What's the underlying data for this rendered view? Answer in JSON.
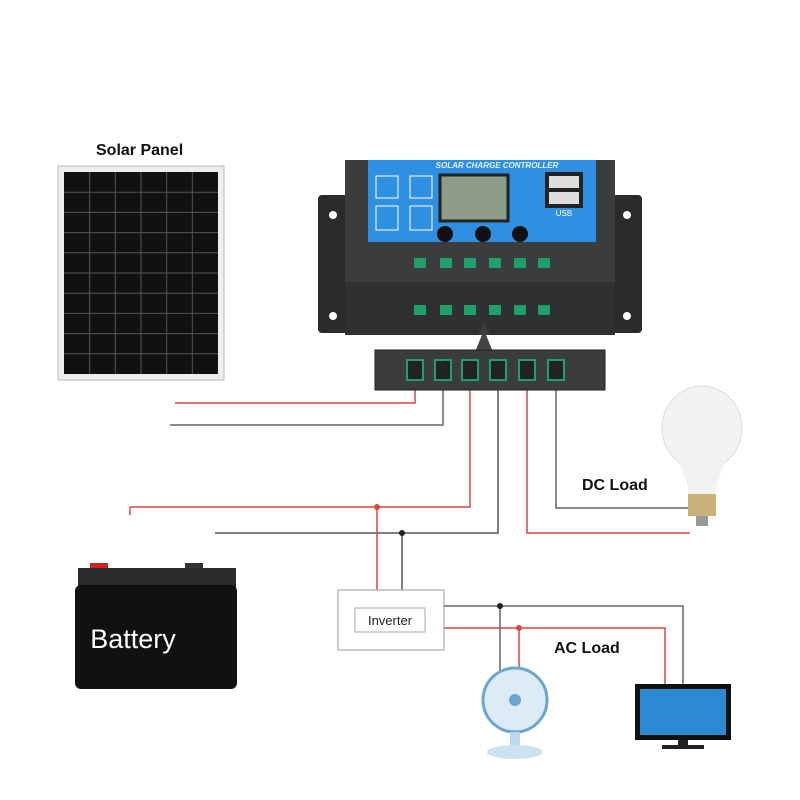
{
  "labels": {
    "solar_panel": "Solar Panel",
    "controller_title": "SOLAR CHARGE CONTROLLER",
    "usb": "USB",
    "battery": "Battery",
    "inverter": "Inverter",
    "dc_load": "DC Load",
    "ac_load": "AC Load"
  },
  "colors": {
    "positive_wire": "#d9463e",
    "negative_wire": "#555555",
    "controller_face": "#2f8fe0",
    "terminal": "#1fa06a"
  }
}
